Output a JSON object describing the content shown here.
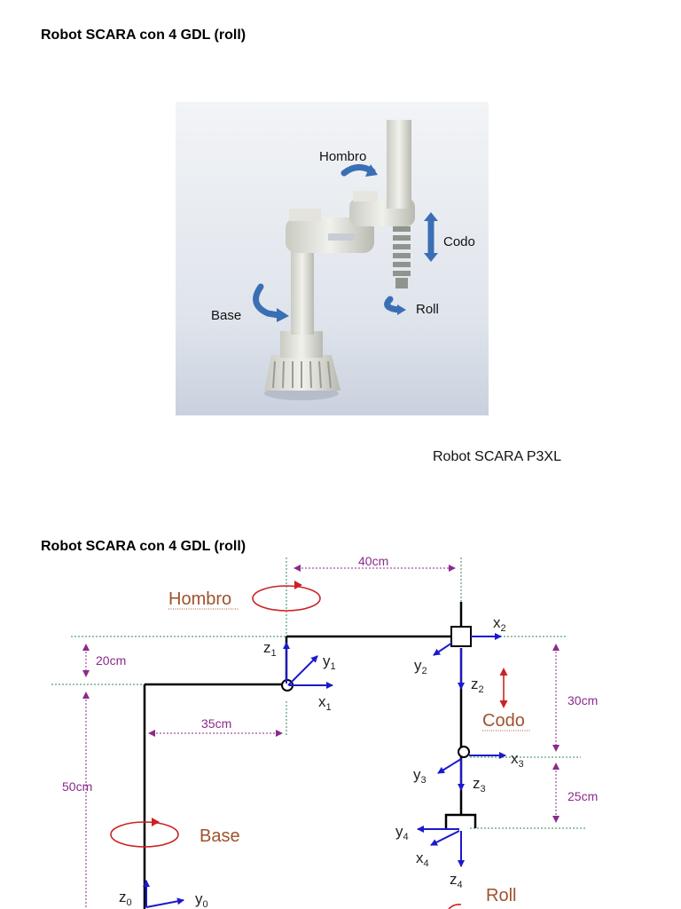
{
  "title": "Robot SCARA con 4 GDL (roll)",
  "photo": {
    "labels": {
      "hombro": "Hombro",
      "codo": "Codo",
      "base": "Base",
      "roll": "Roll"
    }
  },
  "caption": "Robot SCARA P3XL",
  "diagram": {
    "dims": {
      "d40": "40cm",
      "d20": "20cm",
      "d35": "35cm",
      "d50": "50cm",
      "d30": "30cm",
      "d25": "25cm"
    },
    "labels": {
      "hombro": "Hombro",
      "base": "Base",
      "codo": "Codo",
      "roll": "Roll"
    },
    "axes": {
      "z1": "z",
      "z1s": "1",
      "y1": "y",
      "y1s": "1",
      "x1": "x",
      "x1s": "1",
      "x2": "x",
      "x2s": "2",
      "y2": "y",
      "y2s": "2",
      "z2": "z",
      "z2s": "2",
      "x3": "x",
      "x3s": "3",
      "y3": "y",
      "y3s": "3",
      "z3": "z",
      "z3s": "3",
      "y4": "y",
      "y4s": "4",
      "x4": "x",
      "x4s": "4",
      "z4": "z",
      "z4s": "4",
      "z0": "z",
      "z0s": "0",
      "y0": "y",
      "y0s": "0"
    }
  },
  "colors": {
    "axis": "#1a1acc",
    "dim": "#8b2a8b",
    "label": "#a0522d",
    "rotation": "#cc2222",
    "link": "#000000"
  }
}
